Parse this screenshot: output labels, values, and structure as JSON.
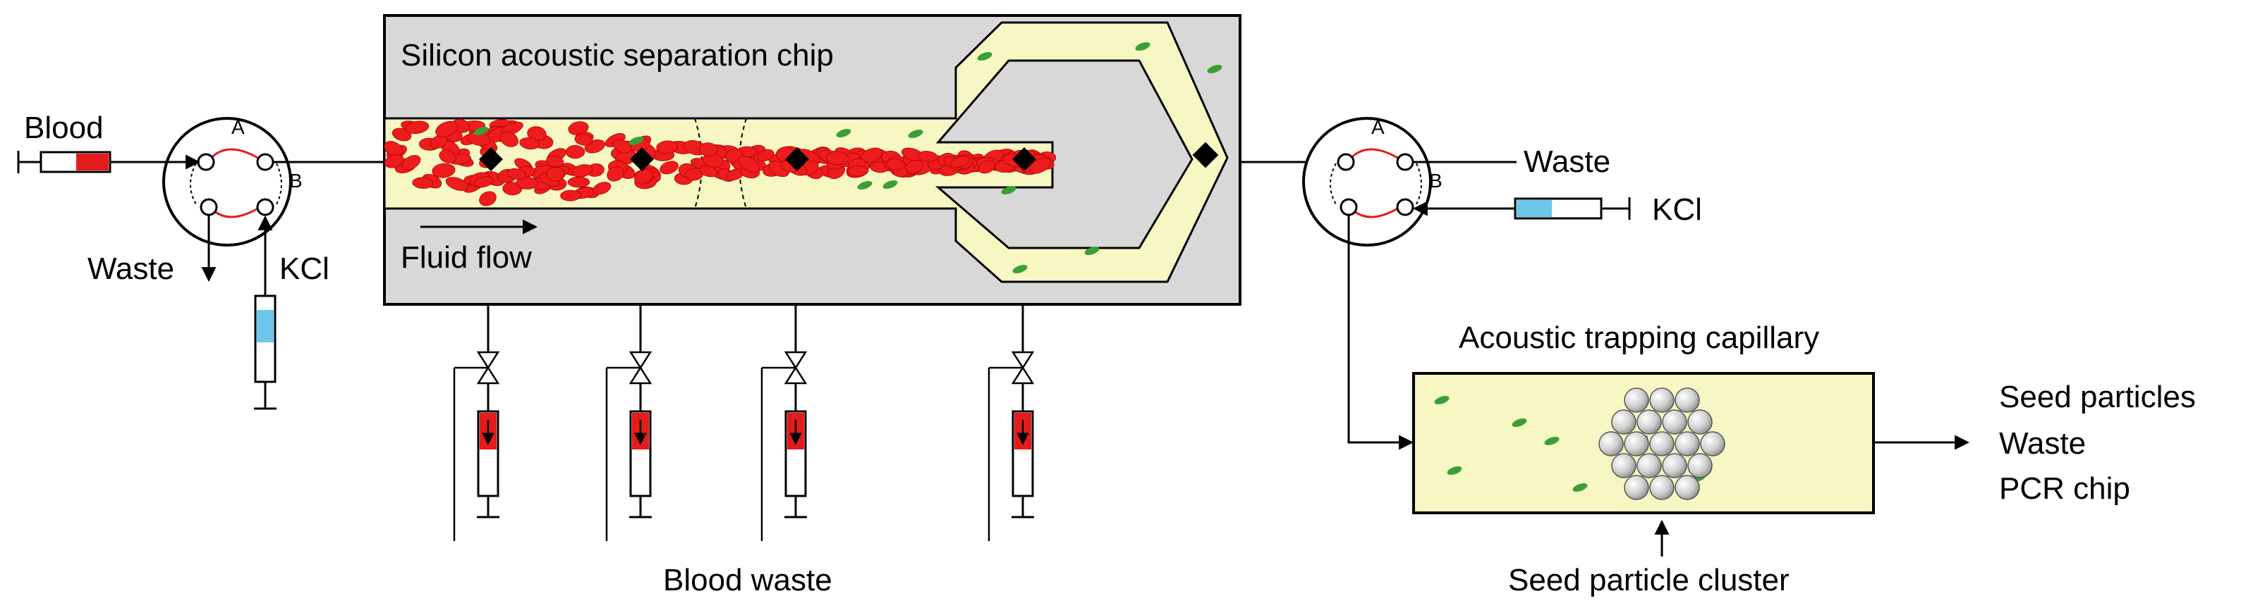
{
  "labels": {
    "chip_title": "Silicon acoustic separation chip",
    "fluid_flow": "Fluid flow",
    "blood": "Blood",
    "waste_left": "Waste",
    "kcl_left": "KCl",
    "valve_left_a": "A",
    "valve_left_b": "B",
    "waste_right": "Waste",
    "kcl_right": "KCl",
    "valve_right_a": "A",
    "valve_right_b": "B",
    "blood_waste": "Blood waste",
    "capillary_title": "Acoustic trapping capillary",
    "seed_cluster": "Seed particle cluster",
    "outputs": [
      "Seed particles",
      "Waste",
      "PCR chip"
    ]
  },
  "colors": {
    "chip_fill": "#d8d8d8",
    "channel_fill": "#f7f7c4",
    "red_cell": "#ee1c1c",
    "green_particle": "#3aa035",
    "syringe_blue": "#6cc6ea",
    "syringe_red": "#e51b1b",
    "seed_sphere": "#d6d6d6"
  }
}
